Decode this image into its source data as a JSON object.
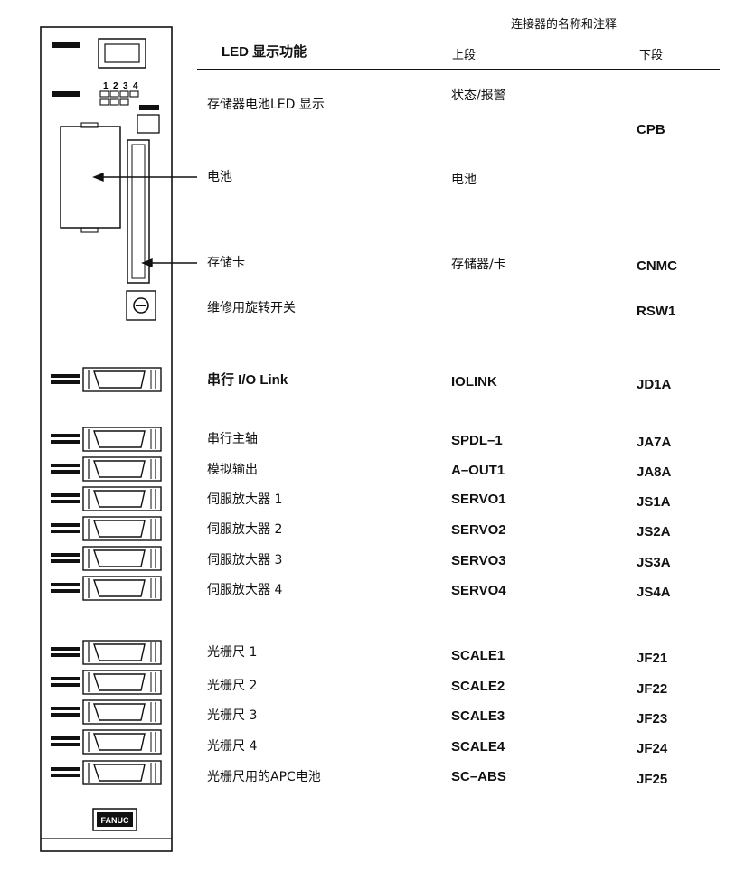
{
  "header": {
    "connector_title": "连接器的名称和注释",
    "led_title": "LED 显示功能",
    "upper_col": "上段",
    "lower_col": "下段"
  },
  "rows": [
    {
      "label": "存储器电池LED 显示",
      "upper": "状态/报警",
      "lower": ""
    },
    {
      "label": "",
      "upper": "",
      "lower": "CPB"
    },
    {
      "label": "电池",
      "upper": "电池",
      "lower": ""
    },
    {
      "label": "存储卡",
      "upper": "存储器/卡",
      "lower": "CNMC"
    },
    {
      "label": "维修用旋转开关",
      "upper": "",
      "lower": "RSW1"
    },
    {
      "label": "串行 I/O Link",
      "upper": "IOLINK",
      "lower": "JD1A"
    },
    {
      "label": "串行主轴",
      "upper": "SPDL–1",
      "lower": "JA7A"
    },
    {
      "label": "模拟输出",
      "upper": "A–OUT1",
      "lower": "JA8A"
    },
    {
      "label": "伺服放大器 1",
      "upper": "SERVO1",
      "lower": "JS1A"
    },
    {
      "label": "伺服放大器 2",
      "upper": "SERVO2",
      "lower": "JS2A"
    },
    {
      "label": "伺服放大器 3",
      "upper": "SERVO3",
      "lower": "JS3A"
    },
    {
      "label": "伺服放大器 4",
      "upper": "SERVO4",
      "lower": "JS4A"
    },
    {
      "label": "光栅尺 1",
      "upper": "SCALE1",
      "lower": "JF21"
    },
    {
      "label": "光栅尺 2",
      "upper": "SCALE2",
      "lower": "JF22"
    },
    {
      "label": "光栅尺 3",
      "upper": "SCALE3",
      "lower": "JF23"
    },
    {
      "label": "光栅尺 4",
      "upper": "SCALE4",
      "lower": "JF24"
    },
    {
      "label": "光栅尺用的APC电池",
      "upper": "SC–ABS",
      "lower": "JF25"
    }
  ],
  "board": {
    "led_digits": [
      "1",
      "2",
      "3",
      "4"
    ],
    "logo_text": "FANUC"
  }
}
